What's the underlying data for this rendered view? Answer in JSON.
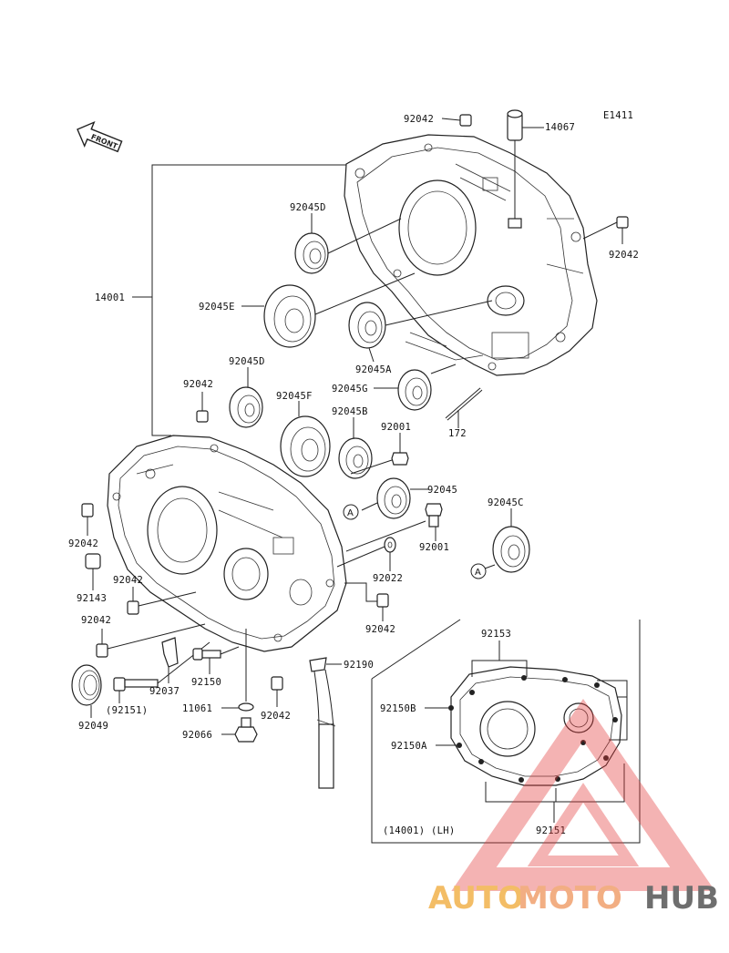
{
  "diagram_code": "E1411",
  "front_label": "FRONT",
  "watermark": {
    "part1": "AUTO",
    "part2": "MOTO",
    "part3": "HUB",
    "color1": "#f2b24c",
    "color2": "#f0a06e",
    "color3": "#555555",
    "triangle_color": "#e23a3a"
  },
  "inset_caption": "(14001) (LH)",
  "circle_ref": "A",
  "labels": {
    "l92042_top": "92042",
    "l14067": "14067",
    "l92045D_top": "92045D",
    "l92042_right": "92042",
    "l14001": "14001",
    "l92045E": "92045E",
    "l92045A": "92045A",
    "l92045G": "92045G",
    "l172": "172",
    "l92042_mid": "92042",
    "l92045D_mid": "92045D",
    "l92045F": "92045F",
    "l92045B": "92045B",
    "l92001_a": "92001",
    "l92045": "92045",
    "l92045C": "92045C",
    "l92042_l1": "92042",
    "l92001_b": "92001",
    "l92022": "92022",
    "l92042_l2": "92042",
    "l92143": "92143",
    "l92042_r2": "92042",
    "l92042_l3": "92042",
    "l92037": "92037",
    "l92150": "92150",
    "l92190": "92190",
    "l92151_paren": "(92151)",
    "l11061": "11061",
    "l92042_b": "92042",
    "l92049": "92049",
    "l92066": "92066",
    "l92153": "92153",
    "l92150B": "92150B",
    "l92150A": "92150A",
    "l92151": "92151"
  }
}
